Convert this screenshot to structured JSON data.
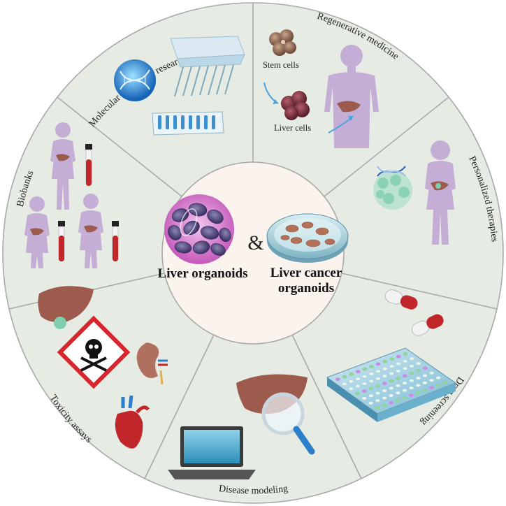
{
  "center": {
    "left_label": "Liver organoids",
    "ampersand": "&",
    "right_label_line1": "Liver cancer",
    "right_label_line2": "organoids"
  },
  "segments": {
    "molecular": "Molecular biological research",
    "regenerative": "Regenerative medicine",
    "personalized": "Personalized therapies",
    "drug": "Drug screening",
    "disease": "Disease modeling",
    "toxicity": "Toxicity assays",
    "biobanks": "Biobanks"
  },
  "regenerative_detail": {
    "stem_cells": "Stem cells",
    "liver_cells": "Liver cells"
  },
  "colors": {
    "ring_fill": "#e6ebe3",
    "ring_stroke": "#a9a9a9",
    "center_fill": "#faf3ee",
    "silhouette": "#c5aed6",
    "liver": "#9c5b4d",
    "blood": "#c0262a",
    "hazard": "#d8262c"
  }
}
